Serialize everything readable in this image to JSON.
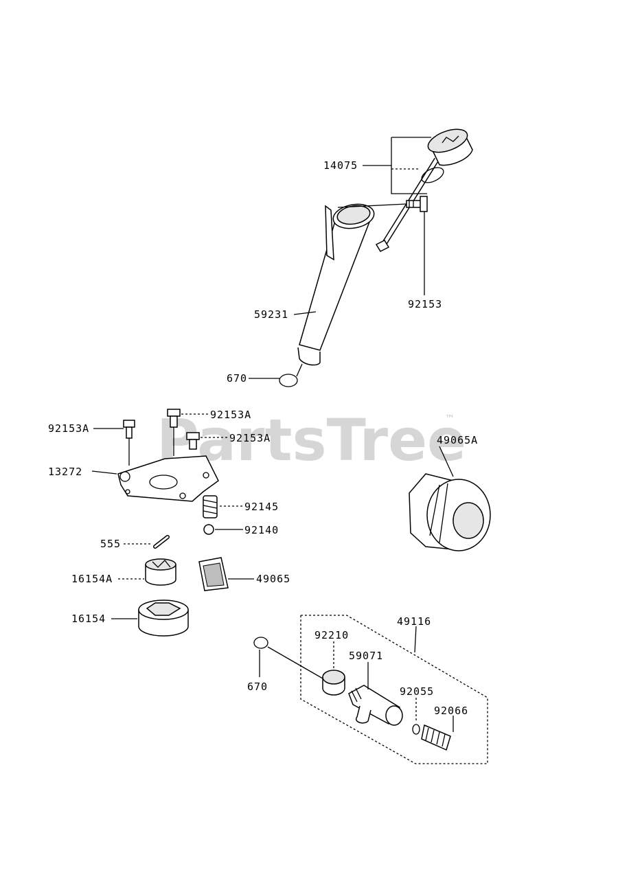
{
  "watermark": {
    "text": "PartsTree",
    "tm": "™"
  },
  "callouts": {
    "dipstick": "14075",
    "bolt_top": "92153",
    "filler_tube": "59231",
    "oring_top": "670",
    "bolt_a1": "92153A",
    "bolt_a2": "92153A",
    "bolt_a3": "92153A",
    "pump_cover": "13272",
    "spring": "92145",
    "ball": "92140",
    "pin": "555",
    "inner_rotor": "16154A",
    "screen": "49065",
    "outer_rotor": "16154",
    "oil_filter": "49065A",
    "fitting_kit": "49116",
    "nut": "92210",
    "fitting": "59071",
    "oring_small": "92055",
    "plug": "92066",
    "oring_bottom": "670"
  }
}
